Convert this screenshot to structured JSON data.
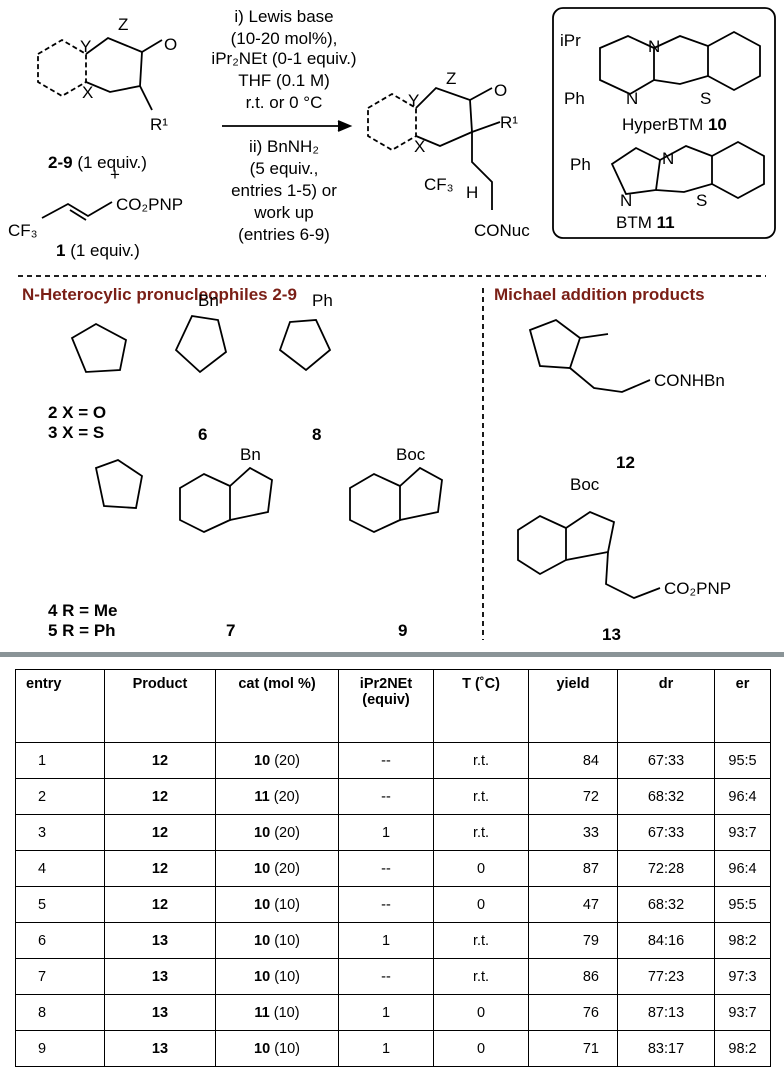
{
  "scheme": {
    "conditions": [
      "i) Lewis base",
      "(10-20 mol%),",
      "iPr₂NEt (0-1 equiv.)",
      "THF (0.1 M)",
      "r.t. or 0 °C",
      "ii) BnNH₂",
      "(5 equiv.,",
      "entries 1-5) or",
      "work up",
      "(entries 6-9)"
    ],
    "reagent_top": {
      "label": "2-9",
      "amount": "(1 equiv.)"
    },
    "plus": "+",
    "reagent_bottom": {
      "formula": "CF₃",
      "ester": "CO₂PNP",
      "label": "1",
      "amount": "(1 equiv.)"
    },
    "product_labels": {
      "y": "Y",
      "z": "Z",
      "o": "O",
      "x": "X",
      "r1": "R¹",
      "cf3": "CF₃",
      "h": "H",
      "conuc": "CONuc"
    },
    "catalysts": [
      {
        "name": "HyperBTM",
        "number": "10",
        "ipr": "iPr",
        "ph": "Ph",
        "n1": "N",
        "n2": "N",
        "s": "S"
      },
      {
        "name": "BTM",
        "number": "11",
        "ph": "Ph",
        "n1": "N",
        "n2": "N",
        "s": "S"
      }
    ],
    "section_left": "N-Heterocylic pronucleophiles 2-9",
    "section_right": "Michael addition products",
    "nucleophiles": [
      {
        "caption": [
          "2 X = O",
          "3 X = S"
        ]
      },
      {
        "caption": [
          "6"
        ],
        "sub": "Bn"
      },
      {
        "caption": [
          "8"
        ],
        "sub": "Ph"
      },
      {
        "caption": [
          "4 R = Me",
          "5 R = Ph"
        ]
      },
      {
        "caption": [
          "7"
        ],
        "sub": "Bn"
      },
      {
        "caption": [
          "9"
        ],
        "sub": "Boc"
      }
    ],
    "products": [
      {
        "number": "12",
        "amide": "CONHBn"
      },
      {
        "number": "13",
        "ester": "CO₂PNP",
        "protect": "Boc"
      }
    ]
  },
  "table": {
    "headers": [
      "entry",
      "Product",
      "cat (mol %)",
      "iPr2NEt (equiv)",
      "T (˚C)",
      "yield",
      "dr",
      "er"
    ],
    "rows": [
      {
        "entry": "1",
        "product": "12",
        "cat": "10",
        "mol": "(20)",
        "base": "--",
        "t": "r.t.",
        "yield": "84",
        "dr": "67:33",
        "er": "95:5"
      },
      {
        "entry": "2",
        "product": "12",
        "cat": "11",
        "mol": "(20)",
        "base": "--",
        "t": "r.t.",
        "yield": "72",
        "dr": "68:32",
        "er": "96:4"
      },
      {
        "entry": "3",
        "product": "12",
        "cat": "10",
        "mol": "(20)",
        "base": "1",
        "t": "r.t.",
        "yield": "33",
        "dr": "67:33",
        "er": "93:7"
      },
      {
        "entry": "4",
        "product": "12",
        "cat": "10",
        "mol": "(20)",
        "base": "--",
        "t": "0",
        "yield": "87",
        "dr": "72:28",
        "er": "96:4"
      },
      {
        "entry": "5",
        "product": "12",
        "cat": "10",
        "mol": "(10)",
        "base": "--",
        "t": "0",
        "yield": "47",
        "dr": "68:32",
        "er": "95:5"
      },
      {
        "entry": "6",
        "product": "13",
        "cat": "10",
        "mol": "(10)",
        "base": "1",
        "t": "r.t.",
        "yield": "79",
        "dr": "84:16",
        "er": "98:2"
      },
      {
        "entry": "7",
        "product": "13",
        "cat": "10",
        "mol": "(10)",
        "base": "--",
        "t": "r.t.",
        "yield": "86",
        "dr": "77:23",
        "er": "97:3"
      },
      {
        "entry": "8",
        "product": "13",
        "cat": "11",
        "mol": "(10)",
        "base": "1",
        "t": "0",
        "yield": "76",
        "dr": "87:13",
        "er": "93:7"
      },
      {
        "entry": "9",
        "product": "13",
        "cat": "10",
        "mol": "(10)",
        "base": "1",
        "t": "0",
        "yield": "71",
        "dr": "83:17",
        "er": "98:2"
      }
    ]
  }
}
